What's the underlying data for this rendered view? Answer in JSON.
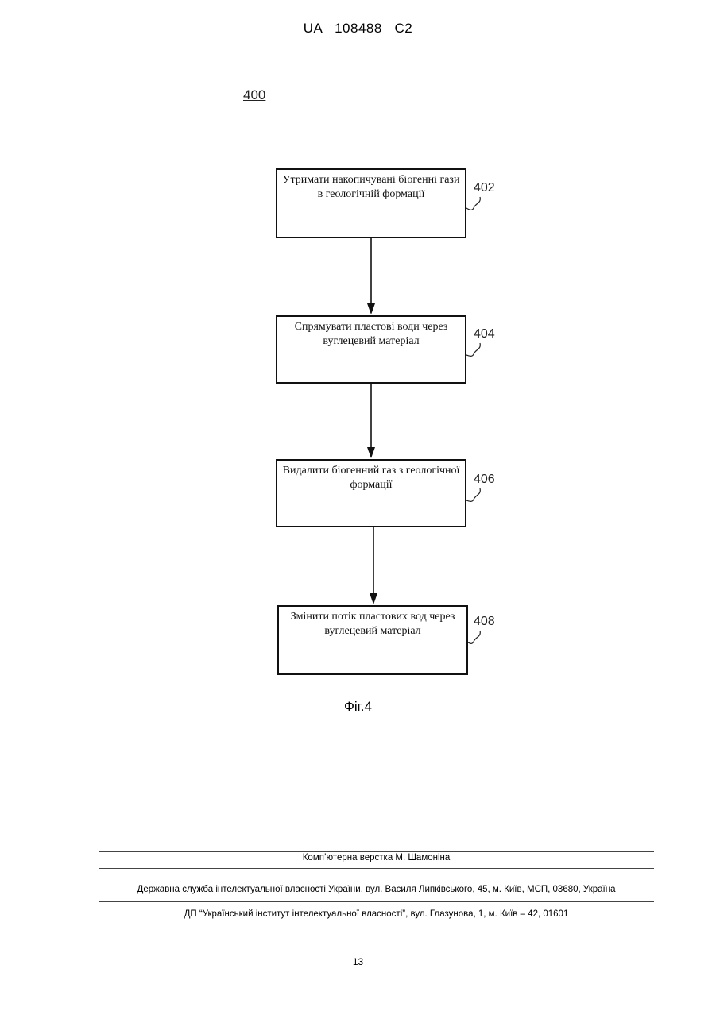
{
  "header": {
    "patent_id": "UA   108488   C2"
  },
  "figure": {
    "number": "400",
    "caption": "Фіг.4",
    "steps": [
      {
        "ref": "402",
        "text": "Утримати накопичувані біогенні гази в геологічній формації"
      },
      {
        "ref": "404",
        "text": "Спрямувати пластові води через вуглецевий матеріал"
      },
      {
        "ref": "406",
        "text": "Видалити біогенний газ з геологічної формації"
      },
      {
        "ref": "408",
        "text": "Змінити потік пластових вод через вуглецевий матеріал"
      }
    ]
  },
  "footer": {
    "layout_credit": "Комп’ютерна верстка М. Шамоніна",
    "agency": "Державна служба інтелектуальної власності України, вул. Василя Липківського, 45, м. Київ, МСП, 03680, Україна",
    "institute": "ДП “Український інститут інтелектуальної власності”, вул. Глазунова, 1, м. Київ – 42, 01601",
    "page_number": "13"
  }
}
